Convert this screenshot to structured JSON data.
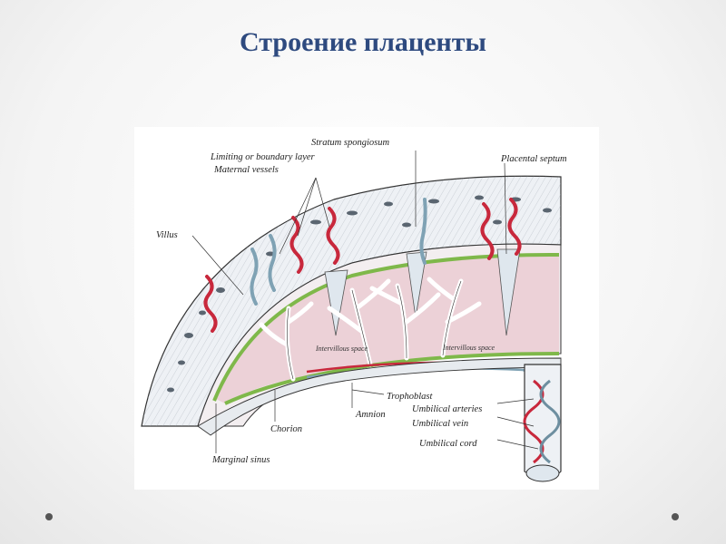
{
  "slide": {
    "title": "Строение плаценты"
  },
  "diagram": {
    "labels": {
      "stratum_spongiosum": "Stratum spongiosum",
      "limiting_layer": "Limiting or boundary layer",
      "maternal_vessels": "Maternal vessels",
      "placental_septum": "Placental septum",
      "villus": "Villus",
      "intervillous_space_1": "Intervillous space",
      "intervillous_space_2": "Intervillous space",
      "trophoblast": "Trophoblast",
      "umbilical_arteries": "Umbilical arteries",
      "umbilical_vein": "Umbilical vein",
      "umbilical_cord": "Umbilical cord",
      "amnion": "Amnion",
      "chorion": "Chorion",
      "marginal_sinus": "Marginal sinus"
    },
    "colors": {
      "artery": "#c8283c",
      "vein": "#7fa2b4",
      "chorion_green": "#7fb84a",
      "intervillous_pink": "#e6b9c2",
      "tissue": "#eef1f5",
      "outline": "#333333"
    }
  },
  "navigation": {
    "prev_icon": "circle-dot-icon",
    "next_icon": "circle-dot-icon"
  }
}
